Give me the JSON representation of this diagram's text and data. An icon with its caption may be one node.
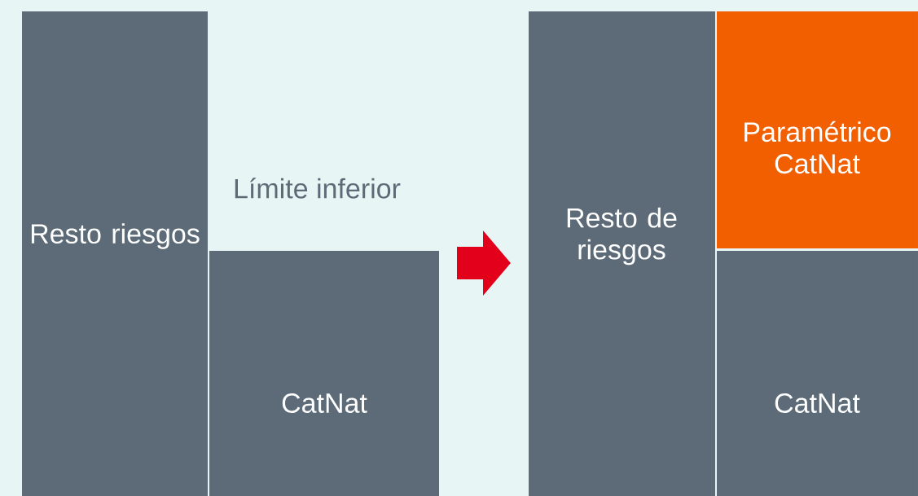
{
  "diagram": {
    "nodes": [
      {
        "text": [
          "Resto riesgos"
        ]
      },
      {
        "text": [
          "CatNat"
        ]
      },
      {
        "text": [
          "Resto de riesgos"
        ]
      },
      {
        "text": [
          "Paramétrico CatNat"
        ]
      },
      {
        "text": [
          "CatNat"
        ]
      }
    ],
    "edges": [
      {
        "from": 1,
        "to": 2,
        "arrow": "to",
        "color": "#e2001a"
      }
    ],
    "labels": [
      "Límite inferior"
    ]
  }
}
